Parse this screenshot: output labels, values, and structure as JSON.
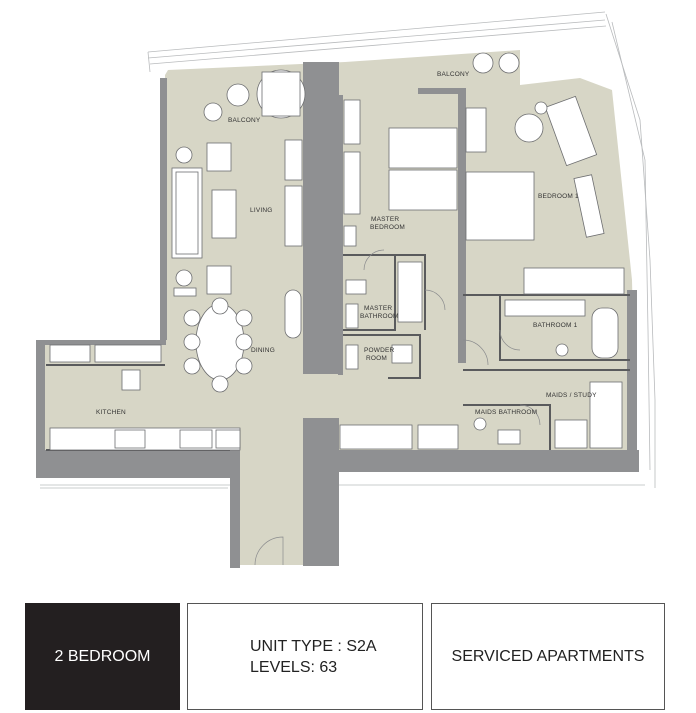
{
  "rooms": {
    "balcony_left": "BALCONY",
    "balcony_right": "BALCONY",
    "living": "LIVING",
    "dining": "DINING",
    "kitchen": "KITCHEN",
    "master_bedroom_1": "MASTER",
    "master_bedroom_2": "BEDROOM",
    "master_bathroom_1": "MASTER",
    "master_bathroom_2": "BATHROOM",
    "powder_room_1": "POWDER",
    "powder_room_2": "ROOM",
    "bedroom_1": "BEDROOM 1",
    "bathroom_1": "BATHROOM 1",
    "maids_study": "MAIDS / STUDY",
    "maids_bathroom": "MAIDS BATHROOM"
  },
  "info": {
    "bedrooms": "2 BEDROOM",
    "unit_type": "UNIT TYPE : S2A",
    "levels": "LEVELS: 63",
    "category": "SERVICED APARTMENTS"
  },
  "colors": {
    "floor": "#d7d6c6",
    "wall": "#8f9092",
    "wall_dark": "#5a5b5d",
    "dark_box": "#231f20"
  }
}
